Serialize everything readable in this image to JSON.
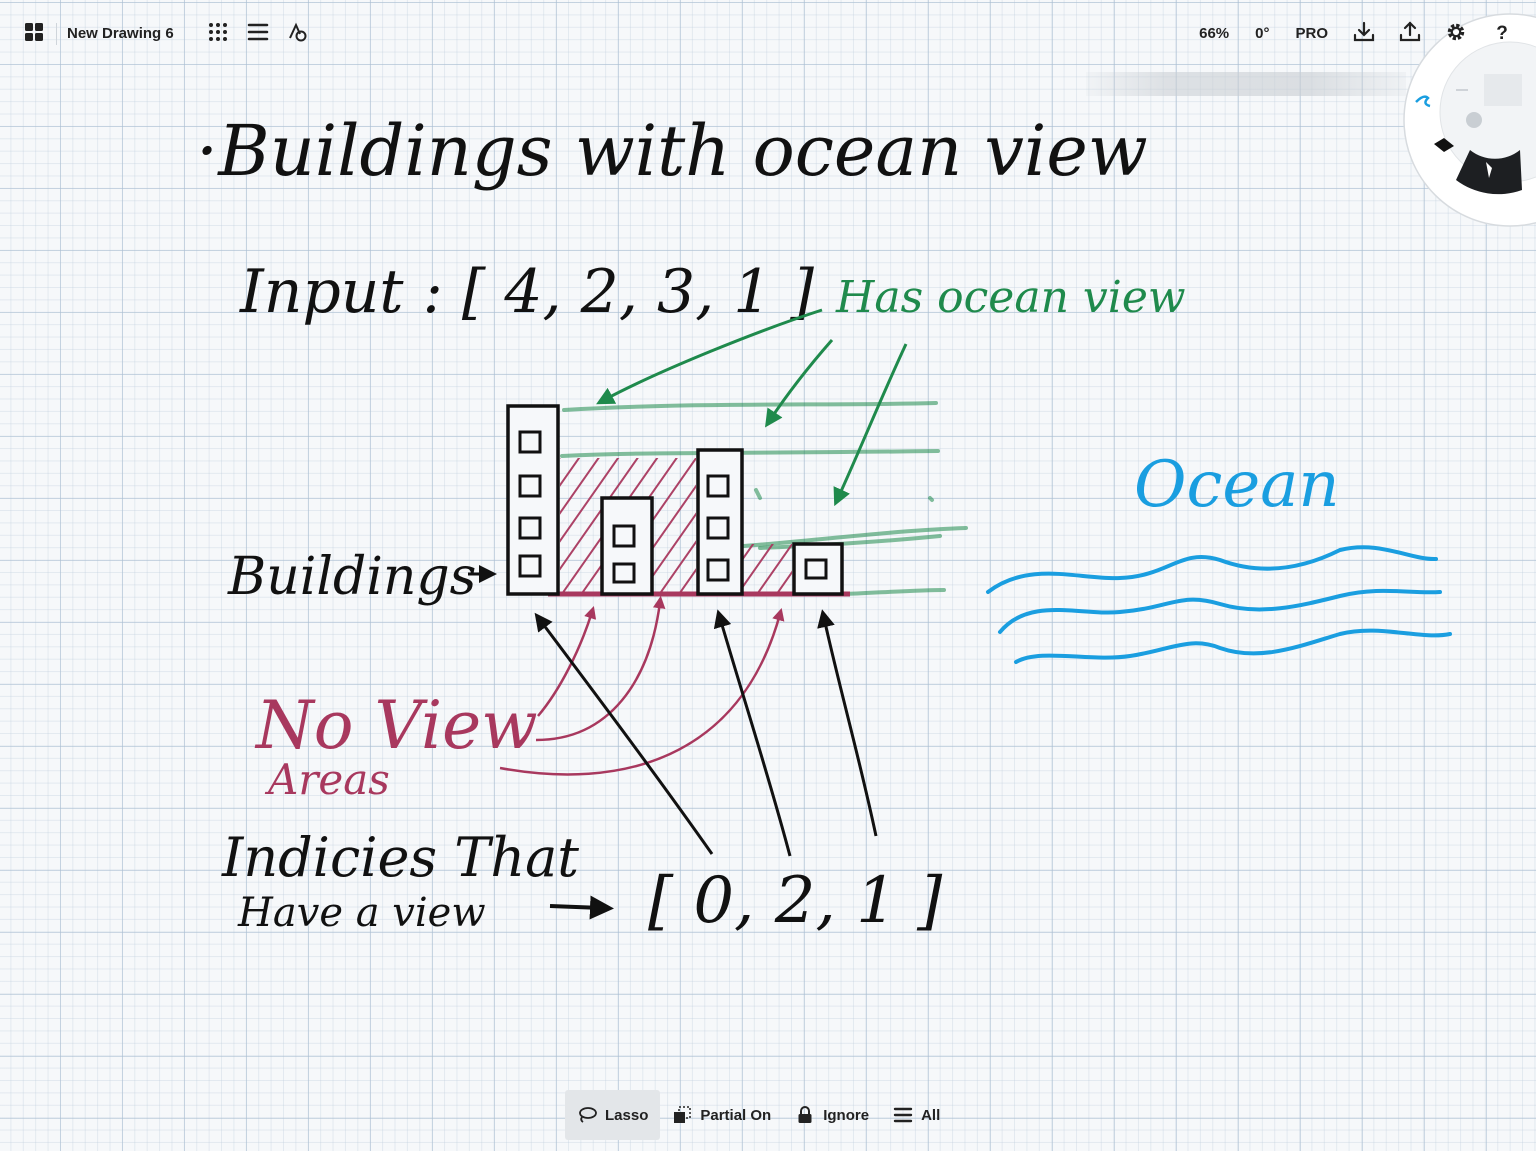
{
  "app": {
    "document_title": "New Drawing 6",
    "icons": {
      "gallery": "grid-icon",
      "brushes": "dots-grid-icon",
      "layers": "layers-icon",
      "shapes": "shapes-icon",
      "import": "download-icon",
      "export": "share-icon",
      "settings": "gear-icon",
      "help": "help-icon"
    }
  },
  "status": {
    "zoom": "66%",
    "rotation": "0°",
    "pro_label": "PRO"
  },
  "selection_bar": {
    "items": [
      {
        "label": "Lasso",
        "icon": "lasso-icon",
        "active": true
      },
      {
        "label": "Partial On",
        "icon": "partial-select-icon",
        "active": false
      },
      {
        "label": "Ignore",
        "icon": "lock-icon",
        "active": false
      },
      {
        "label": "All",
        "icon": "layers-icon",
        "active": false
      }
    ]
  },
  "drawing": {
    "title": "·Buildings with ocean view",
    "input_label": "Input : [ 4, 2, 3, 1 ]",
    "has_view_label": "Has ocean view",
    "ocean_label": "Ocean",
    "buildings_label": "Buildings",
    "no_view_label": "No View",
    "areas_label": "Areas",
    "indices_label": "Indicies That",
    "have_view_label": "Have a view",
    "output": "[ 0, 2, 1 ]",
    "colors": {
      "ink": "#111111",
      "green": "#1f8a4c",
      "blue": "#1a9ee0",
      "pink": "#a8385e"
    }
  }
}
